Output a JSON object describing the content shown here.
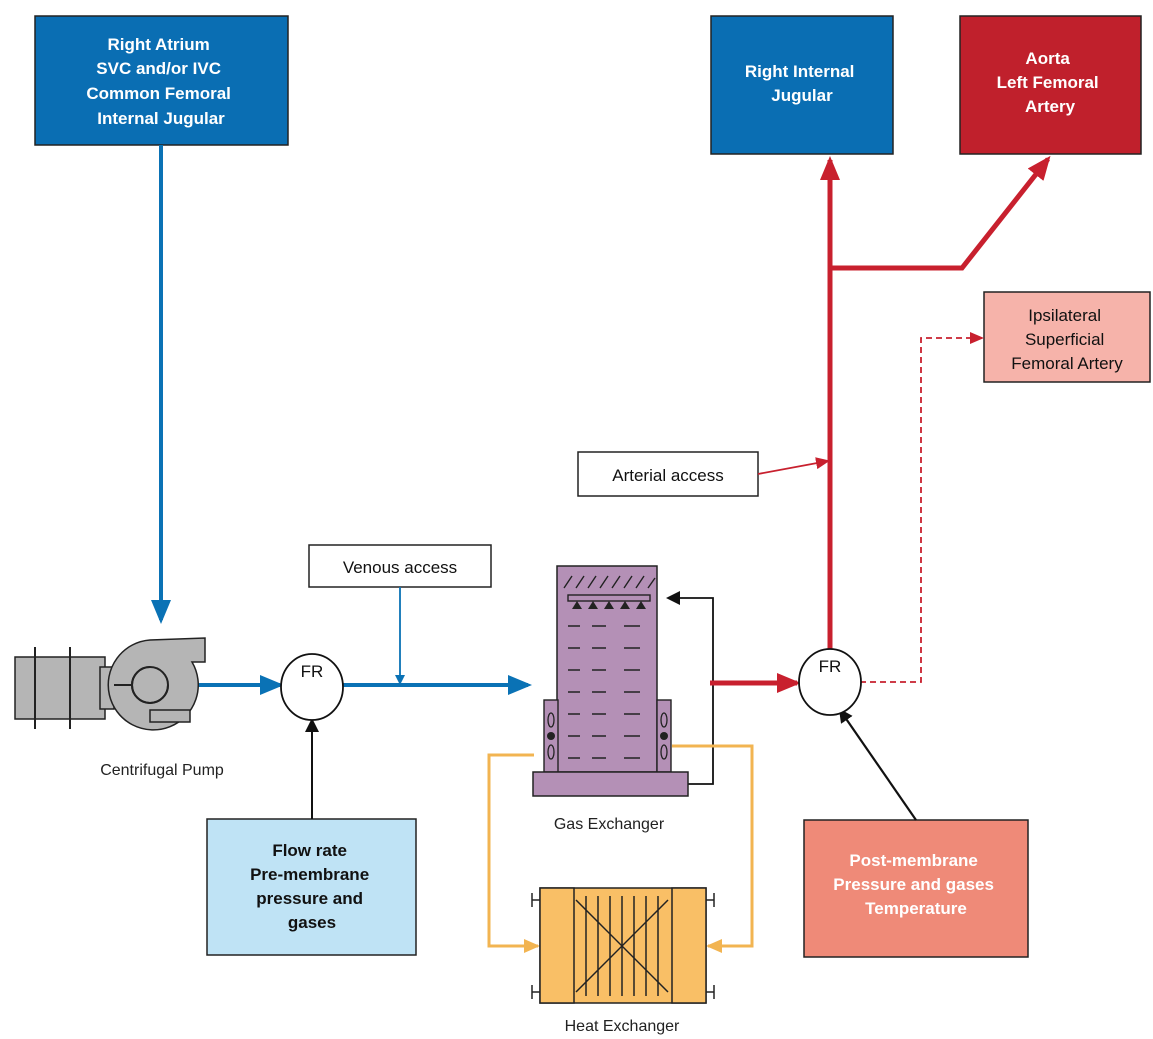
{
  "colors": {
    "venous": "#0a72b5",
    "arterial": "#c8202e",
    "warm": "#f2b451",
    "venous_box": "#0a6eb3",
    "aorta_box": "#c0202c",
    "flow_box": "#bfe3f5",
    "post_box": "#ef8a78",
    "ipsi_box": "#f6b3aa",
    "exchanger": "#b490b6",
    "heat": "#f9bf66",
    "pump": "#b5b5b5"
  },
  "venous_source": {
    "lines": [
      "Right Atrium",
      "SVC and/or IVC",
      "Common  Femoral",
      "Internal Jugular"
    ]
  },
  "right_internal_jugular": {
    "lines": [
      "Right Internal",
      "Jugular"
    ]
  },
  "aorta": {
    "lines": [
      "Aorta",
      "Left Femoral",
      "Artery"
    ]
  },
  "ipsilateral": {
    "lines": [
      "Ipsilateral",
      "Superficial",
      "Femoral Artery"
    ]
  },
  "arterial_access": {
    "label": "Arterial access"
  },
  "venous_access": {
    "label": "Venous access"
  },
  "pre_membrane": {
    "lines": [
      "Flow rate",
      "Pre-membrane",
      "pressure and",
      "gases"
    ]
  },
  "post_membrane": {
    "lines": [
      "Post-membrane",
      "Pressure and gases",
      "Temperature"
    ]
  },
  "flow_rate_marker": "FR",
  "components": {
    "pump": "Centrifugal Pump",
    "gas_exchanger": "Gas Exchanger",
    "heat_exchanger": "Heat Exchanger"
  },
  "icons": {
    "pump": "centrifugal-pump-icon",
    "gas_exchanger": "gas-exchanger-icon",
    "heat_exchanger": "heat-exchanger-icon"
  }
}
